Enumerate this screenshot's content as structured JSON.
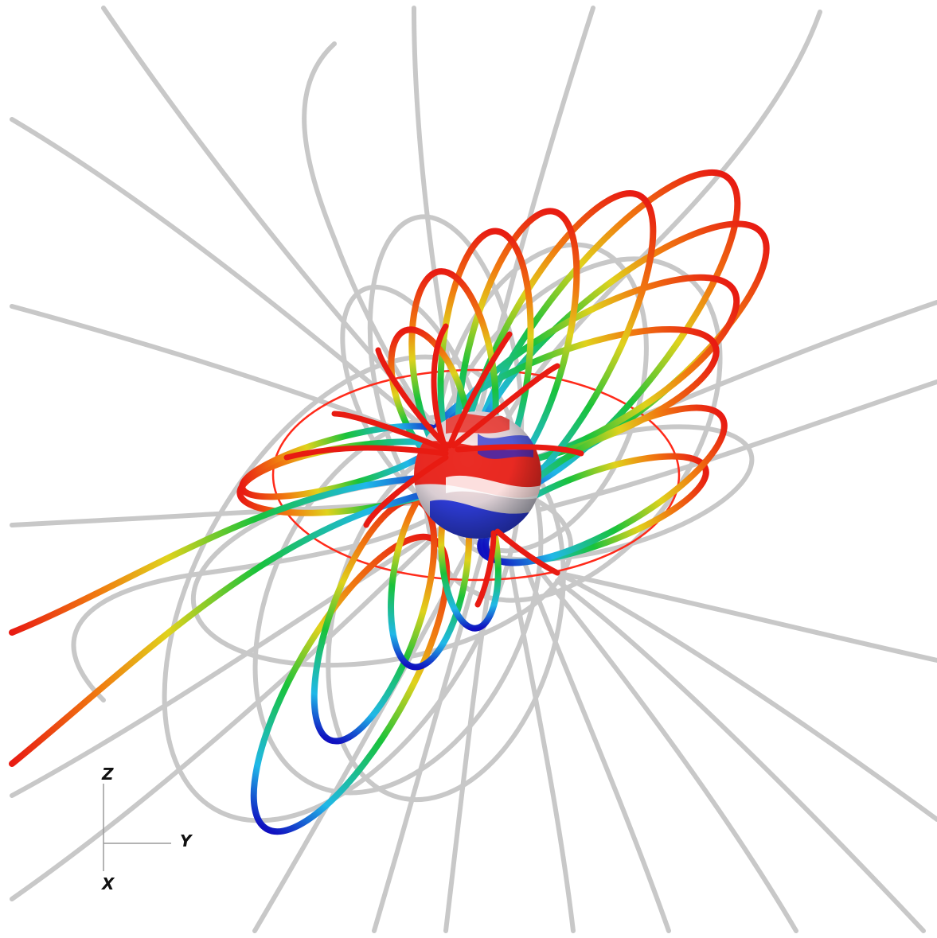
{
  "axes": {
    "z_label": "Z",
    "y_label": "Y",
    "x_label": "X"
  },
  "colors": {
    "background": "#ffffff",
    "open_field_lines": "#c8c8c8",
    "equator_ring": "#ff2a1a",
    "closed_loop_scale": [
      "#1010c0",
      "#20b8e8",
      "#19c23a",
      "#e0d21c",
      "#f07d10",
      "#e81b12"
    ],
    "star_surface": [
      "#e81b12",
      "#ffffff",
      "#1a2ad0"
    ]
  },
  "scene": {
    "description_icon": "stellar-magnetic-field-icon"
  }
}
